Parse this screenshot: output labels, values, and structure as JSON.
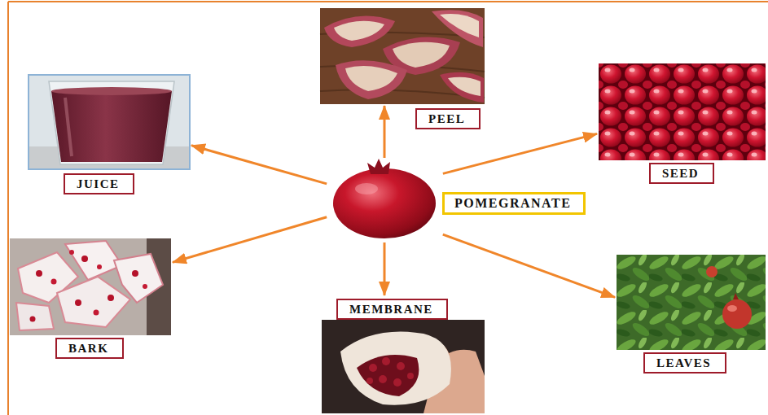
{
  "diagram": {
    "nodes": [
      {
        "text": [
          "POMEGRANATE"
        ]
      },
      {
        "text": [
          "PEEL"
        ]
      },
      {
        "text": [
          "SEED"
        ]
      },
      {
        "text": [
          "JUICE"
        ]
      },
      {
        "text": [
          "BARK"
        ]
      },
      {
        "text": [
          "MEMBRANE"
        ]
      },
      {
        "text": [
          "LEAVES"
        ]
      }
    ],
    "edges": [
      {
        "from": 0,
        "to": 1,
        "arrow": "to"
      },
      {
        "from": 0,
        "to": 2,
        "arrow": "to"
      },
      {
        "from": 0,
        "to": 3,
        "arrow": "to"
      },
      {
        "from": 0,
        "to": 4,
        "arrow": "to"
      },
      {
        "from": 0,
        "to": 5,
        "arrow": "to"
      },
      {
        "from": 0,
        "to": 6,
        "arrow": "to"
      }
    ]
  }
}
